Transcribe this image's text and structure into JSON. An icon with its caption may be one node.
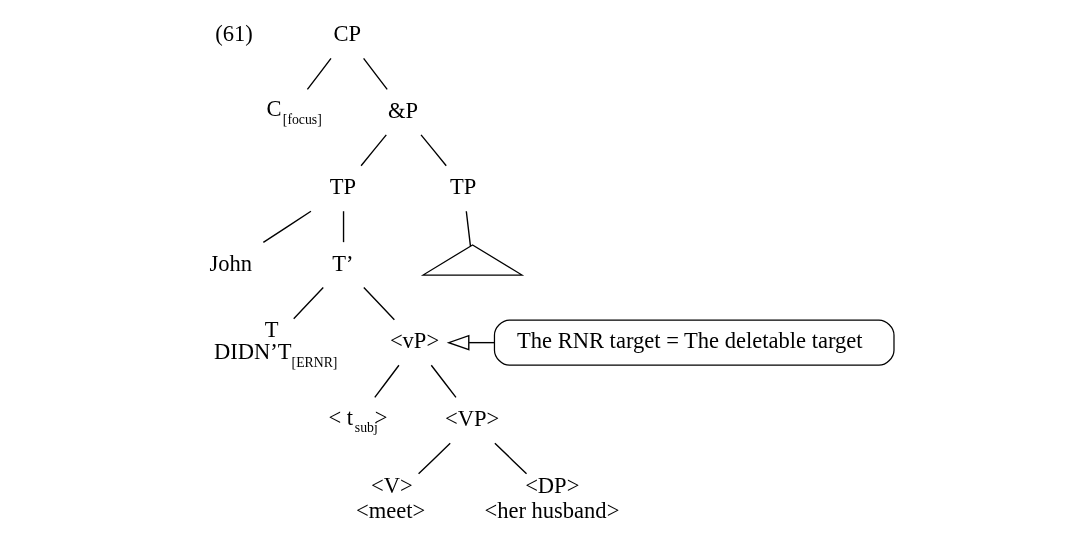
{
  "diagram": {
    "nodes": [
      {
        "text": [
          "CP"
        ]
      },
      {
        "text": [
          "C$_{[focus]}$"
        ]
      },
      {
        "text": [
          "&P"
        ]
      },
      {
        "text": [
          "TP"
        ]
      },
      {
        "text": [
          "TP"
        ]
      },
      {
        "text": [],
        "shape": "triangle"
      },
      {
        "text": [
          "John"
        ]
      },
      {
        "text": [
          "T’"
        ]
      },
      {
        "text": [
          "T",
          "DIDN’T$_{[ERNR]}$"
        ]
      },
      {
        "text": [
          "<vP>"
        ]
      },
      {
        "text": [
          "The RNR target = The deletable target"
        ]
      },
      {
        "text": [
          "< t$_{subj}$>"
        ]
      },
      {
        "text": [
          "<VP>"
        ]
      },
      {
        "text": [
          "<V>",
          "<meet>"
        ]
      },
      {
        "text": [
          "<DP>",
          "<her husband>"
        ]
      }
    ],
    "edges": [
      {
        "from": 0,
        "to": 1,
        "arrow": "none"
      },
      {
        "from": 0,
        "to": 2,
        "arrow": "none"
      },
      {
        "from": 2,
        "to": 3,
        "arrow": "none"
      },
      {
        "from": 2,
        "to": 4,
        "arrow": "none"
      },
      {
        "from": 4,
        "to": 5,
        "arrow": "none"
      },
      {
        "from": 3,
        "to": 6,
        "arrow": "none"
      },
      {
        "from": 3,
        "to": 7,
        "arrow": "none"
      },
      {
        "from": 7,
        "to": 8,
        "arrow": "none"
      },
      {
        "from": 7,
        "to": 9,
        "arrow": "none"
      },
      {
        "from": 10,
        "to": 9,
        "arrow": "to"
      },
      {
        "from": 9,
        "to": 11,
        "arrow": "none"
      },
      {
        "from": 9,
        "to": 12,
        "arrow": "none"
      },
      {
        "from": 12,
        "to": 13,
        "arrow": "none"
      },
      {
        "from": 12,
        "to": 14,
        "arrow": "none"
      }
    ],
    "labels": [
      "(61)"
    ]
  }
}
